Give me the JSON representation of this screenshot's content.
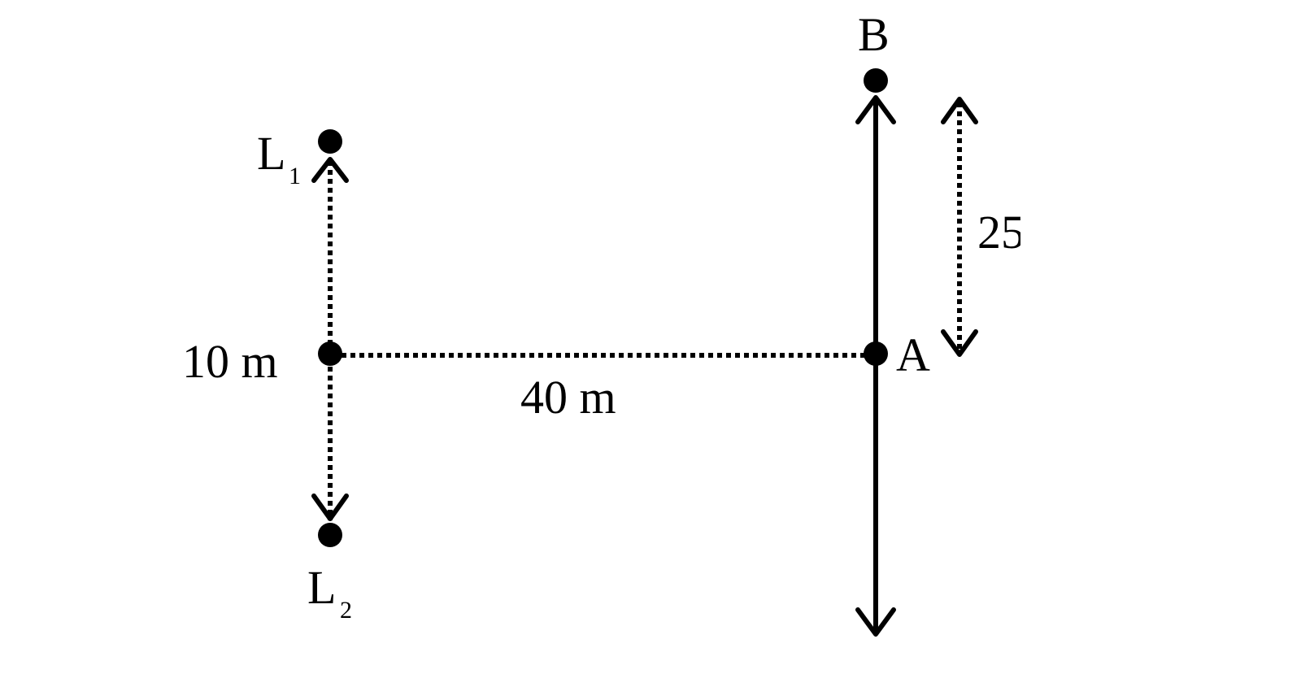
{
  "labels": {
    "point_b": "B",
    "point_a": "A",
    "l1_letter": "L",
    "l1_sub": "1",
    "l2_letter": "L",
    "l2_sub": "2",
    "separation": "10 m",
    "distance": "40 m",
    "offset": "25"
  },
  "colors": {
    "ink": "#000000",
    "background": "#ffffff"
  }
}
